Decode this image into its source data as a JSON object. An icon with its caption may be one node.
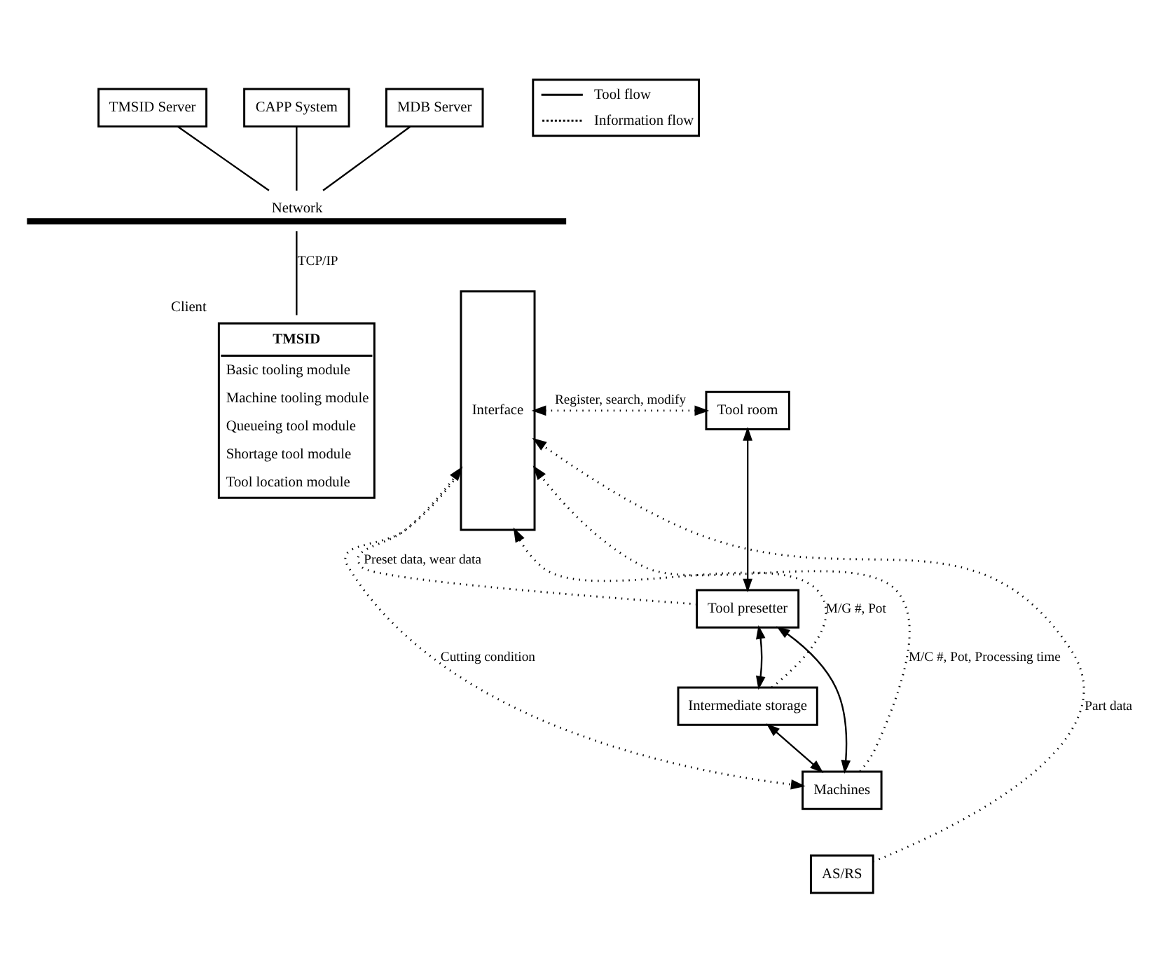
{
  "diagram": {
    "nodes": [
      {
        "text": [
          "TMSID Server"
        ]
      },
      {
        "text": [
          "CAPP System"
        ]
      },
      {
        "text": [
          "MDB Server"
        ]
      },
      {
        "text": [
          "Network"
        ]
      },
      {
        "text": [
          "TMSID",
          "Basic tooling module",
          "Machine tooling module",
          "Queueing tool module",
          "Shortage tool module",
          "Tool location module"
        ],
        "beside": [
          "Client"
        ]
      },
      {
        "text": [
          "Interface"
        ]
      },
      {
        "text": [
          "Tool room"
        ]
      },
      {
        "text": [
          "Tool presetter"
        ]
      },
      {
        "text": [
          "Intermediate storage"
        ]
      },
      {
        "text": [
          "Machines"
        ]
      },
      {
        "text": [
          "AS/RS"
        ]
      }
    ],
    "edges": [
      {
        "from": 0,
        "to": 3,
        "arrow": "none"
      },
      {
        "from": 1,
        "to": 3,
        "arrow": "none"
      },
      {
        "from": 2,
        "to": 3,
        "arrow": "none"
      },
      {
        "from": 3,
        "to": 4,
        "arrow": "none",
        "label": "TCP/IP"
      },
      {
        "from": 6,
        "to": 5,
        "arrow": "both",
        "style": "dashed",
        "label": "Register, search, modify"
      },
      {
        "from": 6,
        "to": 7,
        "arrow": "both"
      },
      {
        "from": 7,
        "to": 5,
        "arrow": "to",
        "style": "dashed",
        "label": "Preset data, wear data"
      },
      {
        "from": 7,
        "to": 8,
        "arrow": "both"
      },
      {
        "from": 8,
        "to": 5,
        "arrow": "to",
        "style": "dashed",
        "label": "M/G #, Pot"
      },
      {
        "from": 8,
        "to": 9,
        "arrow": "both"
      },
      {
        "from": 7,
        "to": 9,
        "arrow": "both"
      },
      {
        "from": 9,
        "to": 5,
        "arrow": "to",
        "style": "dashed",
        "label": "M/C #, Pot, Processing time"
      },
      {
        "from": 5,
        "to": 9,
        "arrow": "to",
        "style": "dashed",
        "label": "Cutting condition"
      },
      {
        "from": 10,
        "to": 5,
        "arrow": "to",
        "style": "dashed",
        "label": "Part data"
      }
    ],
    "legend": [
      {
        "text": "Tool flow"
      },
      {
        "text": "Information flow"
      }
    ]
  }
}
